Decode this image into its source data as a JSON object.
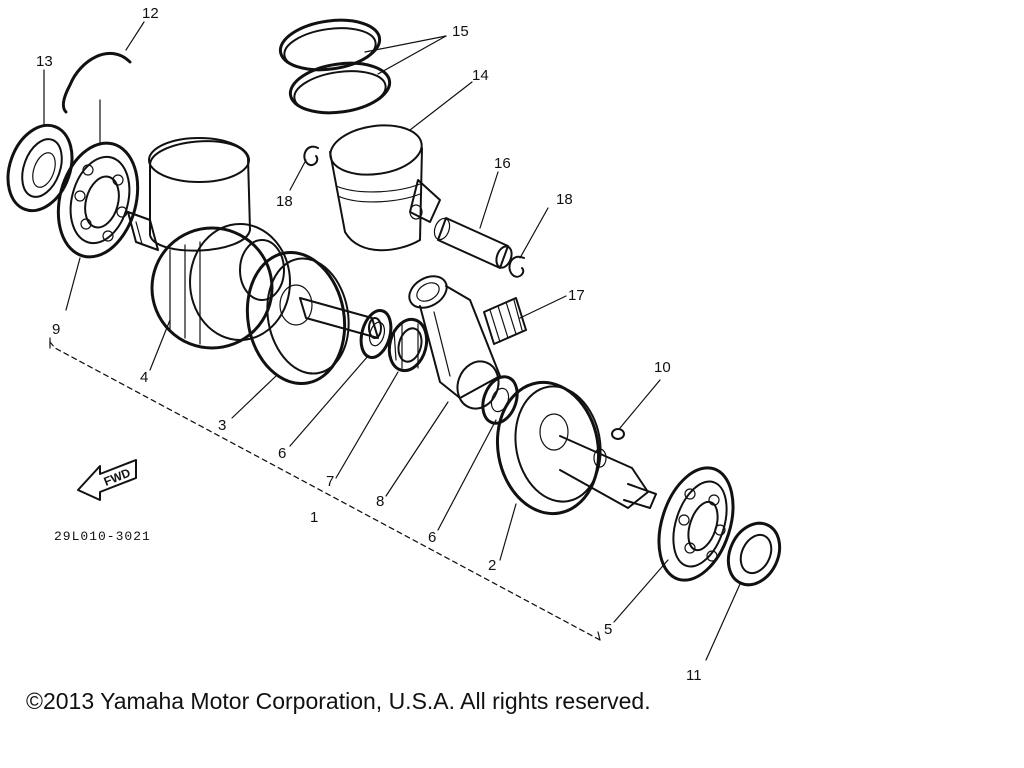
{
  "diagram": {
    "part_code": "29L010-3021",
    "direction_label": "FWD",
    "callouts": [
      "1",
      "2",
      "3",
      "4",
      "5",
      "6",
      "6",
      "7",
      "8",
      "9",
      "10",
      "11",
      "12",
      "13",
      "14",
      "15",
      "16",
      "17",
      "18",
      "18"
    ]
  },
  "footer": {
    "copyright": "©2013 Yamaha Motor Corporation, U.S.A. All rights reserved."
  }
}
